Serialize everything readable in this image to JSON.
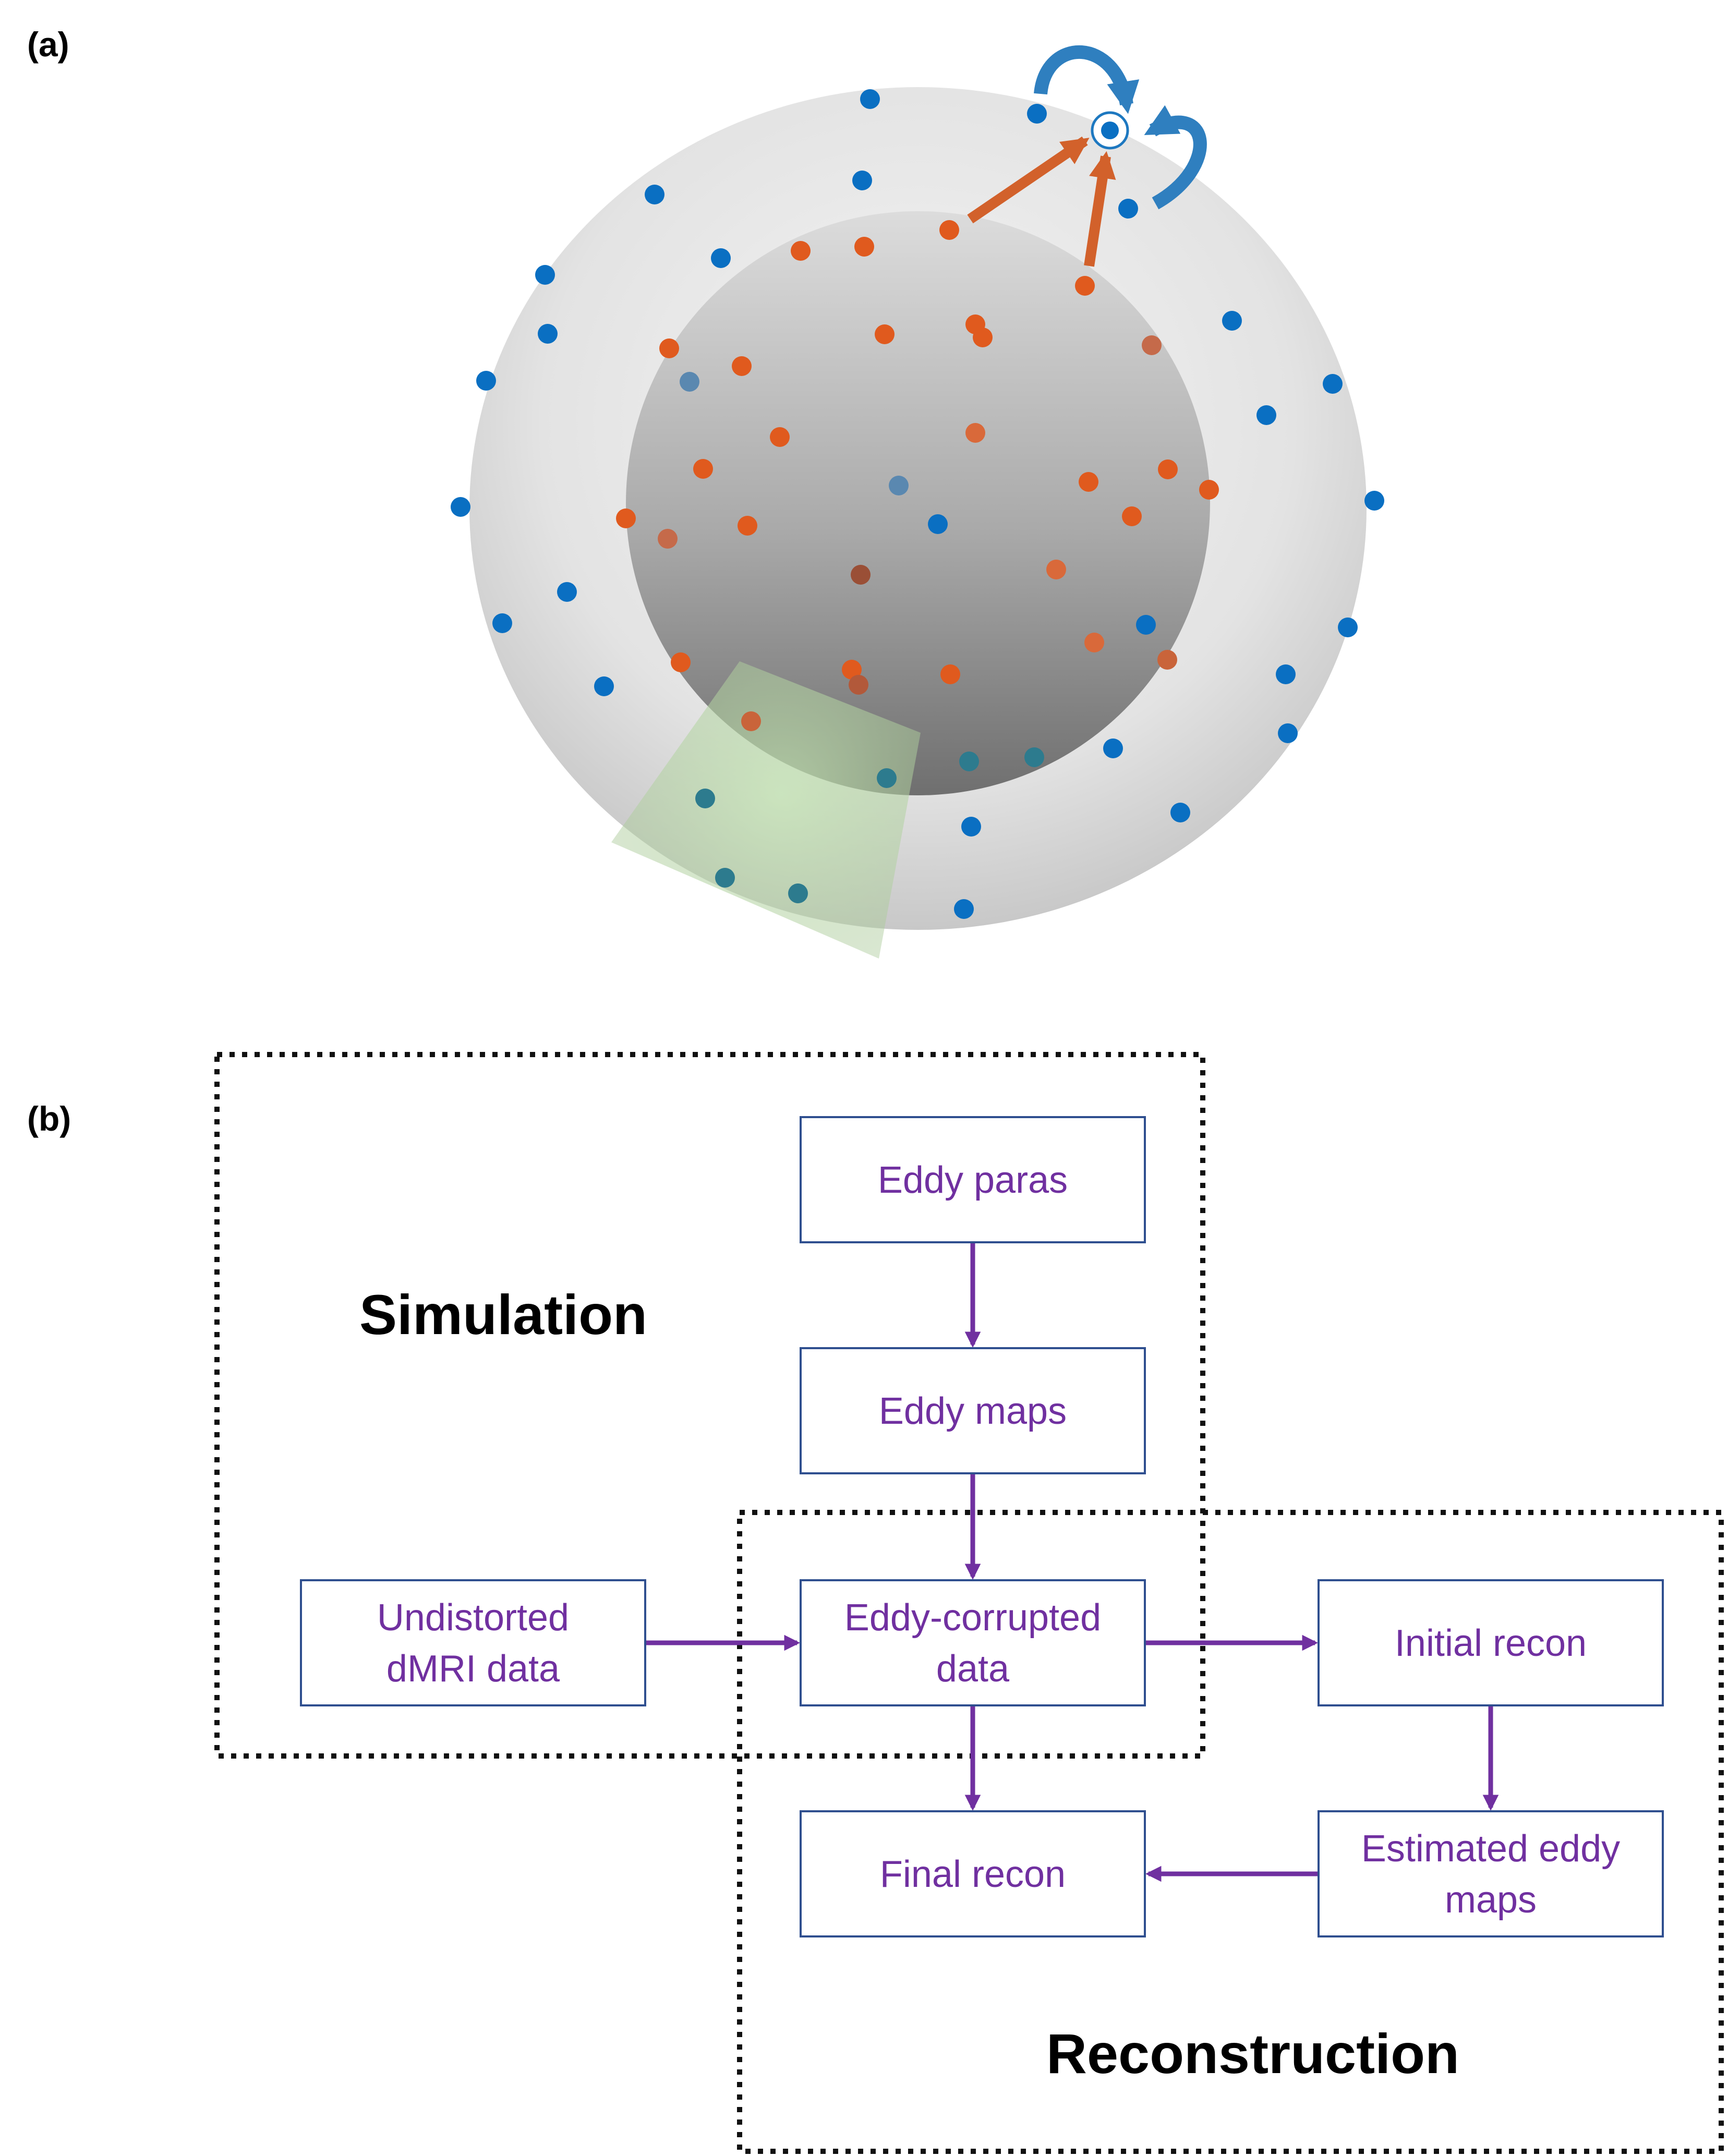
{
  "panel_a": {
    "label": "(a)"
  },
  "panel_b": {
    "label": "(b)",
    "groups": {
      "simulation": "Simulation",
      "reconstruction": "Reconstruction"
    },
    "boxes": {
      "eddy_paras": [
        "Eddy paras"
      ],
      "eddy_maps": [
        "Eddy maps"
      ],
      "undistorted": [
        "Undistorted",
        "dMRI data"
      ],
      "eddy_corrupted": [
        "Eddy-corrupted",
        "data"
      ],
      "initial_recon": [
        "Initial recon"
      ],
      "final_recon": [
        "Final recon"
      ],
      "estimated_maps": [
        "Estimated eddy",
        "maps"
      ]
    }
  },
  "colors": {
    "outer_dot": "#0a6fc2",
    "inner_dot": "#e05a1e",
    "flow": "#7030a0",
    "box_border": "#2f4f8f",
    "green_patch": "#a8d08d"
  }
}
